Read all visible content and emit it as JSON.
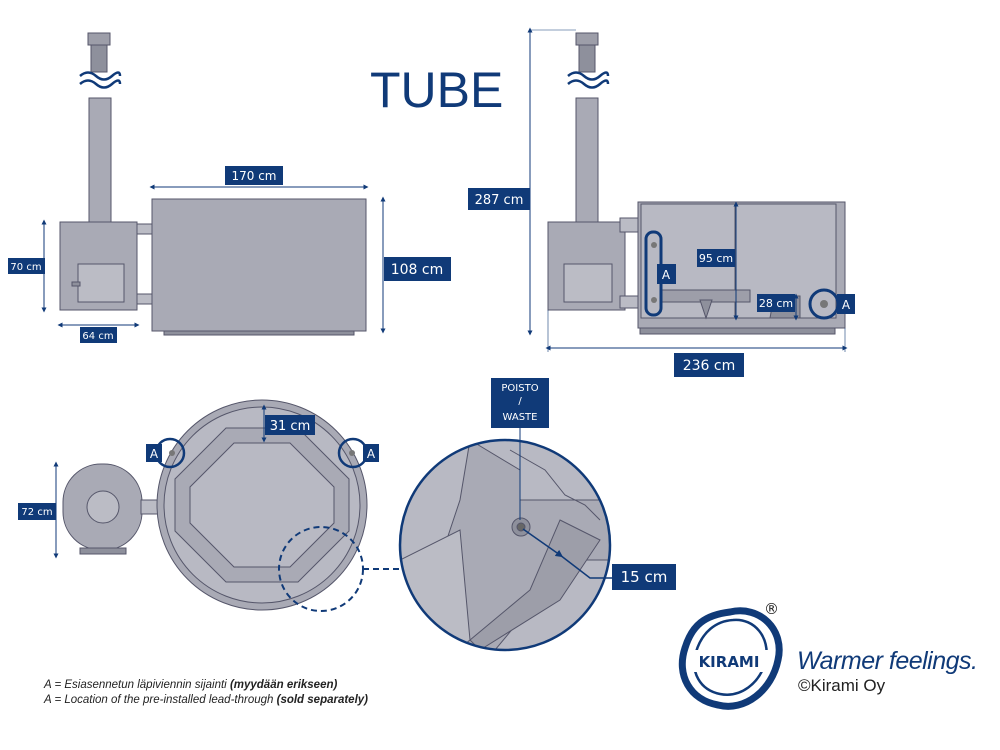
{
  "title": "TUBE",
  "dimensions": {
    "front_width": "170 cm",
    "front_height": "108 cm",
    "heater_height": "70 cm",
    "heater_width": "64 cm",
    "total_height": "287 cm",
    "depth_inner": "95 cm",
    "seat_height": "28 cm",
    "total_length": "236 cm",
    "bench_width": "31 cm",
    "heater_depth": "72 cm",
    "drain_offset": "15 cm"
  },
  "markers": {
    "a": "A"
  },
  "drain": {
    "line1": "POISTO",
    "line2": "/",
    "line3": "WASTE"
  },
  "legend": {
    "fi_prefix": "A = Esiasennetun läpiviennin sijainti ",
    "fi_bold": "(myydään erikseen)",
    "en_prefix": "A = Location of the pre-installed lead-through ",
    "en_bold": "(sold separately)"
  },
  "brand": {
    "logo_text": "KIRAMI",
    "registered": "®",
    "slogan": "Warmer feelings.",
    "copyright": "©Kirami Oy"
  },
  "colors": {
    "navy": "#103a78",
    "body_fill": "#a9aab5",
    "body_dark": "#8e909c",
    "outline": "#55566a"
  }
}
